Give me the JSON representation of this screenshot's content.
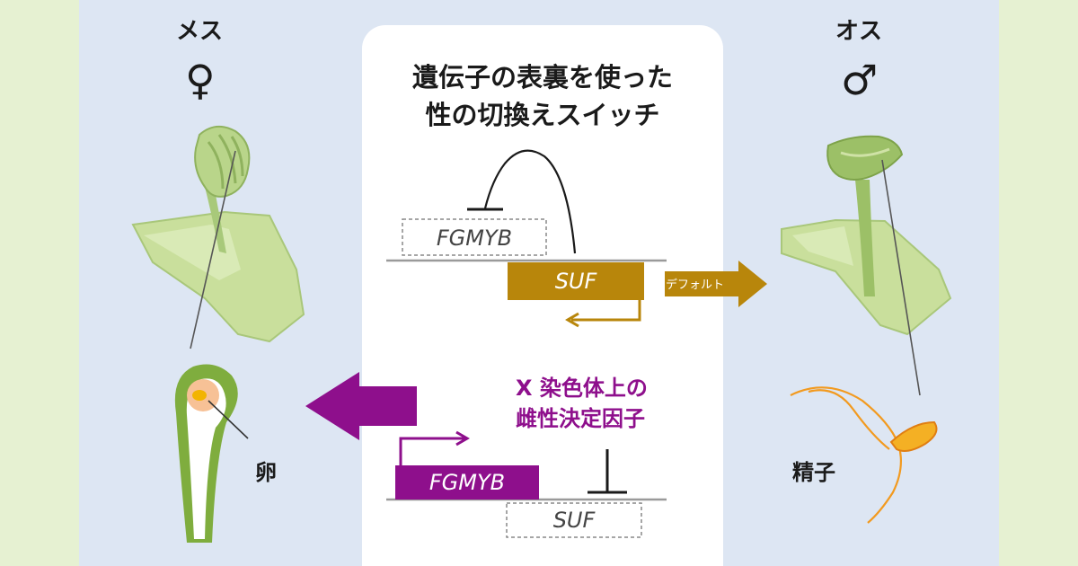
{
  "title_line1": "遺伝子の表裏を使った",
  "title_line2": "性の切換えスイッチ",
  "female": {
    "label": "メス",
    "symbol": "♀",
    "cell_label": "卵"
  },
  "male": {
    "label": "オス",
    "symbol": "♂",
    "cell_label": "精子"
  },
  "genes": {
    "fgmyb": "FGMYB",
    "suf": "SUF"
  },
  "default_arrow_label": "デフォルト",
  "factor_line1": "X 染色体上の",
  "factor_line2": "雌性決定因子",
  "colors": {
    "suf_gold": "#b8860b",
    "fgmyb_purple": "#8e0f8c",
    "plant_green": "#c6dc98",
    "sperm_orange": "#f29a1f"
  }
}
